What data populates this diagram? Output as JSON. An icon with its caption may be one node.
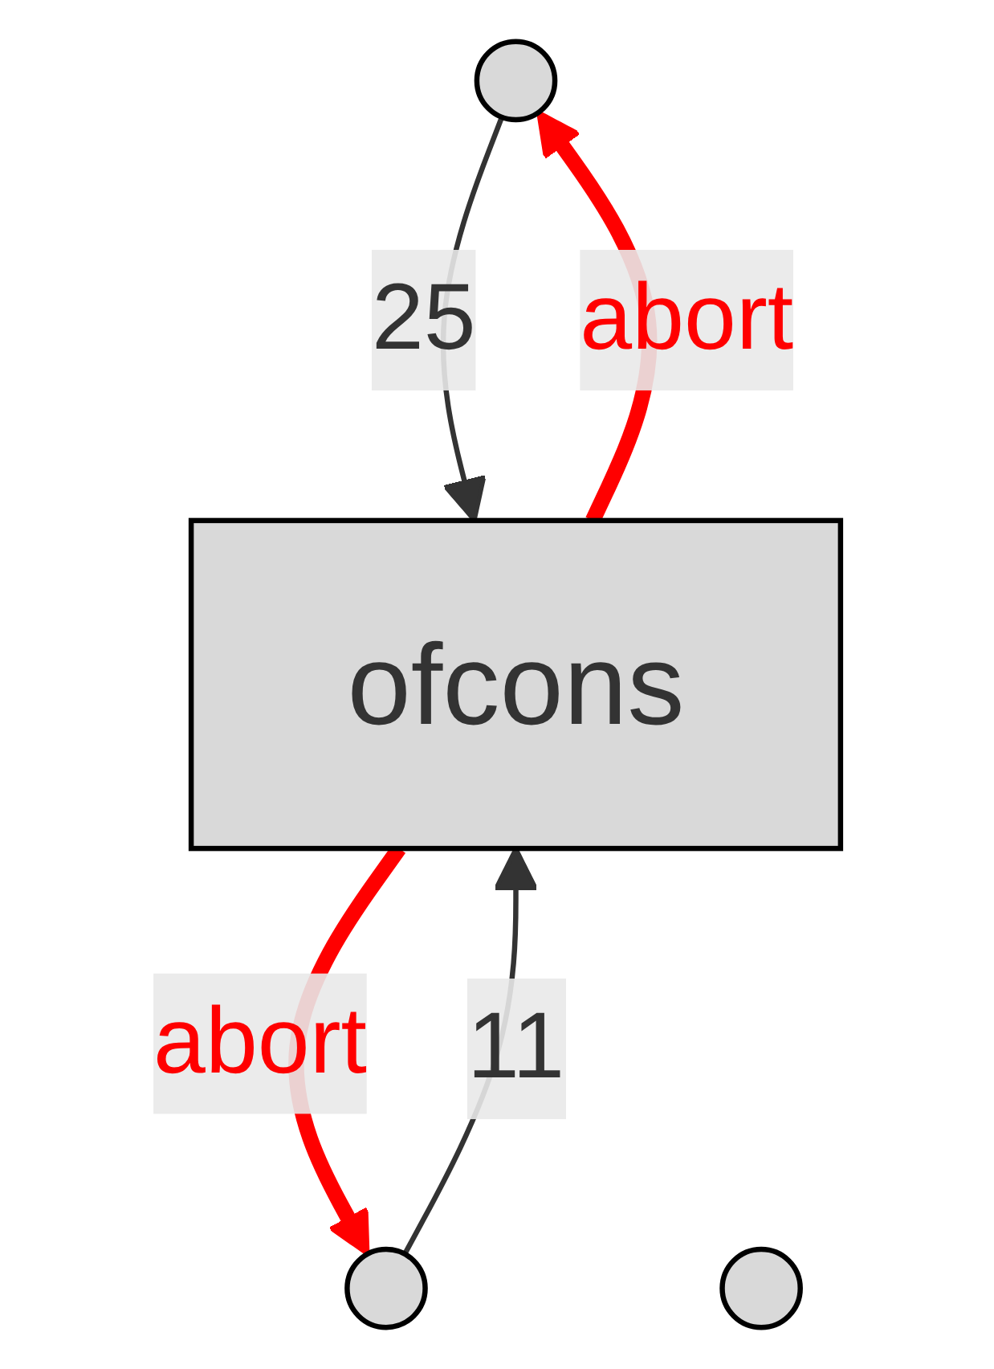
{
  "diagram": {
    "nodes": [
      {
        "text": [],
        "shape": "circle"
      },
      {
        "text": [],
        "shape": "circle"
      },
      {
        "text": [
          "ofcons"
        ]
      },
      {
        "text": [],
        "shape": "circle"
      }
    ],
    "edges": [
      {
        "from": 0,
        "to": 2,
        "arrow": "to",
        "label": "25"
      },
      {
        "from": 2,
        "to": 0,
        "arrow": "to",
        "label": "abort",
        "style": "thick",
        "color": "#ff0000"
      },
      {
        "from": 2,
        "to": 1,
        "arrow": "to",
        "label": "abort",
        "style": "thick",
        "color": "#ff0000"
      },
      {
        "from": 1,
        "to": 2,
        "arrow": "to",
        "label": "11"
      }
    ]
  }
}
